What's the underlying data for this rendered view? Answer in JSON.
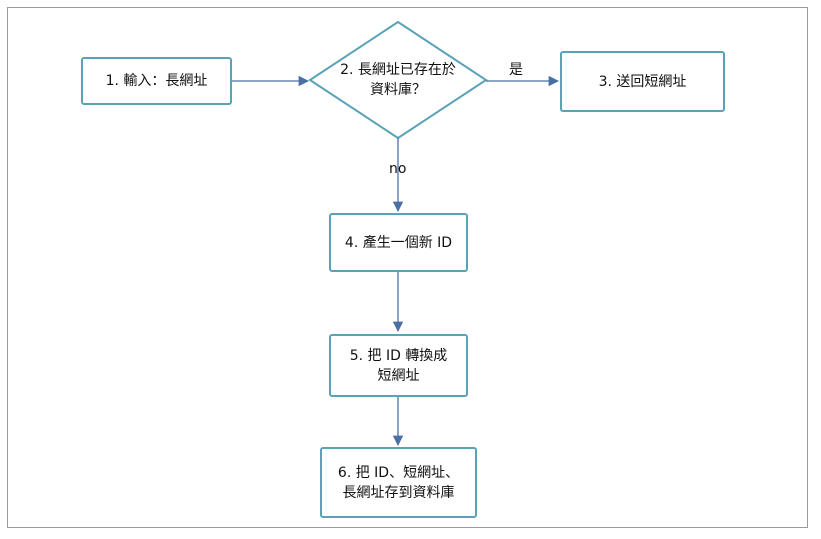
{
  "diagram": {
    "nodes": {
      "input": {
        "label": "1. 輸入：長網址"
      },
      "check": {
        "label": "2. 長網址已存在於\n資料庫？"
      },
      "return": {
        "label": "3. 送回短網址"
      },
      "generate": {
        "label": "4. 產生一個新 ID"
      },
      "convert": {
        "label": "5. 把 ID 轉換成\n短網址"
      },
      "store": {
        "label": "6. 把 ID、短網址、\n長網址存到資料庫"
      }
    },
    "edges": {
      "yes_label": "是",
      "no_label": "no"
    },
    "colors": {
      "node_border": "#5aa3b6",
      "edge": "#4a6fa5",
      "frame": "#9a9a9a"
    }
  }
}
